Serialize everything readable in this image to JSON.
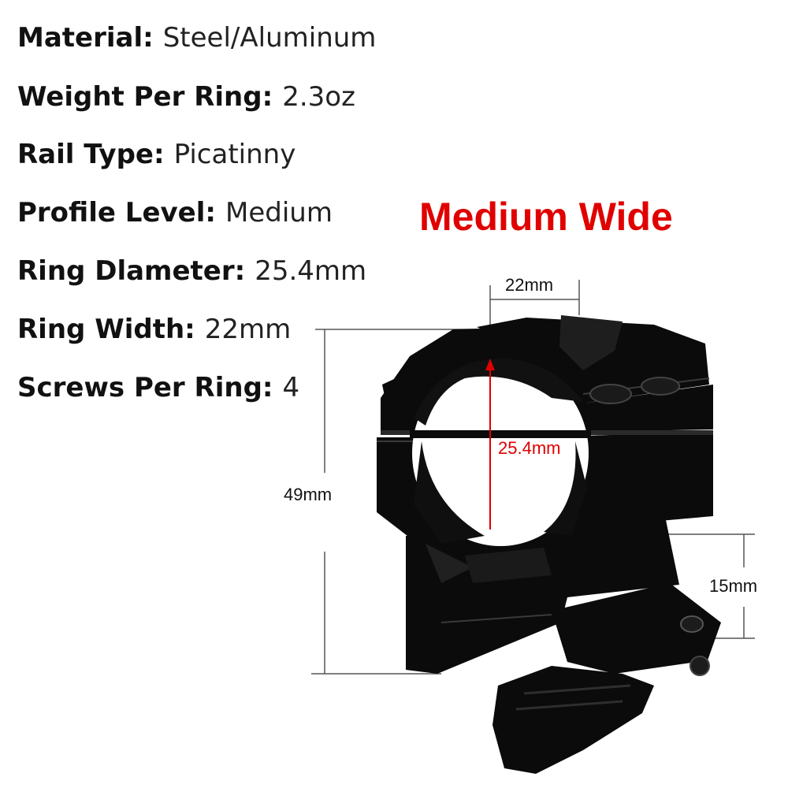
{
  "specs": [
    {
      "label": "Material:",
      "value": "Steel/Aluminum"
    },
    {
      "label": "Weight Per Ring:",
      "value": "2.3oz"
    },
    {
      "label": "Rail Type:",
      "value": "Picatinny"
    },
    {
      "label": "Profile Level:",
      "value": "Medium"
    },
    {
      "label": "Ring Dlameter:",
      "value": "25.4mm"
    },
    {
      "label": "Ring Width:",
      "value": "22mm"
    },
    {
      "label": "Screws Per Ring:",
      "value": "4"
    }
  ],
  "title": "Medium Wide",
  "dimensions": {
    "width": "22mm",
    "diameter": "25.4mm",
    "height": "49mm",
    "rail_height": "15mm"
  },
  "colors": {
    "accent": "#e00000",
    "product": "#0b0b0b"
  }
}
